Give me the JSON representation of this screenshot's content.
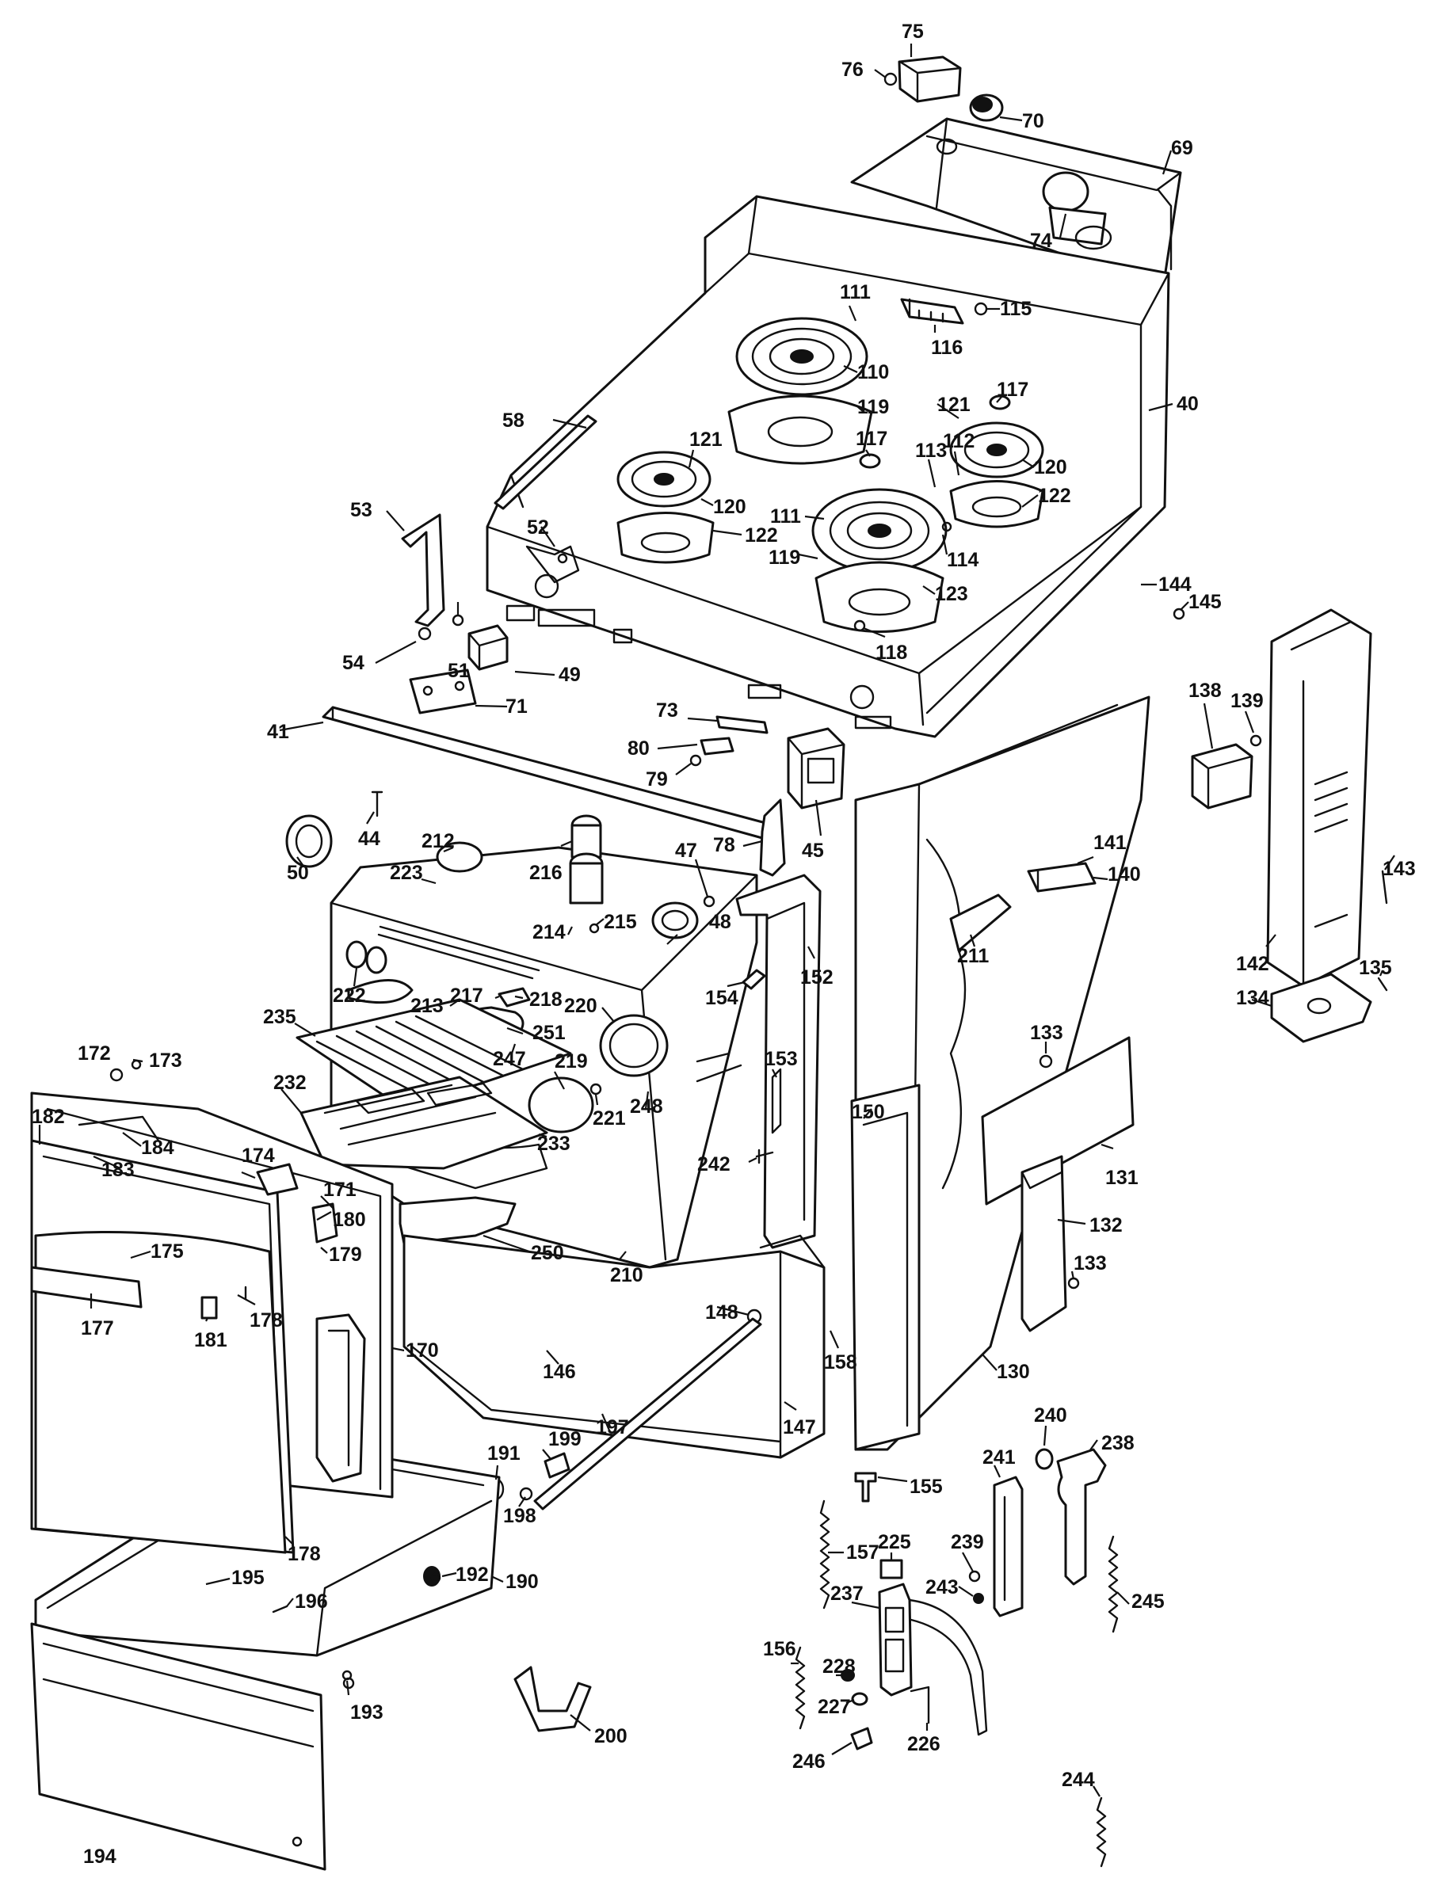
{
  "diagram": {
    "callouts": [
      {
        "id": "75",
        "label": "75"
      },
      {
        "id": "76",
        "label": "76"
      },
      {
        "id": "70",
        "label": "70"
      },
      {
        "id": "69",
        "label": "69"
      },
      {
        "id": "74",
        "label": "74"
      },
      {
        "id": "111a",
        "label": "111"
      },
      {
        "id": "115",
        "label": "115"
      },
      {
        "id": "116",
        "label": "116"
      },
      {
        "id": "110",
        "label": "110"
      },
      {
        "id": "119a",
        "label": "119"
      },
      {
        "id": "121a",
        "label": "121"
      },
      {
        "id": "117a",
        "label": "117"
      },
      {
        "id": "40",
        "label": "40"
      },
      {
        "id": "58",
        "label": "58"
      },
      {
        "id": "121b",
        "label": "121"
      },
      {
        "id": "117b",
        "label": "117"
      },
      {
        "id": "113",
        "label": "113"
      },
      {
        "id": "112",
        "label": "112"
      },
      {
        "id": "120a",
        "label": "120"
      },
      {
        "id": "120b",
        "label": "120"
      },
      {
        "id": "122a",
        "label": "122"
      },
      {
        "id": "122b",
        "label": "122"
      },
      {
        "id": "53",
        "label": "53"
      },
      {
        "id": "52",
        "label": "52"
      },
      {
        "id": "111b",
        "label": "111"
      },
      {
        "id": "114",
        "label": "114"
      },
      {
        "id": "119b",
        "label": "119"
      },
      {
        "id": "123",
        "label": "123"
      },
      {
        "id": "144",
        "label": "144"
      },
      {
        "id": "145",
        "label": "145"
      },
      {
        "id": "118",
        "label": "118"
      },
      {
        "id": "51",
        "label": "51"
      },
      {
        "id": "54",
        "label": "54"
      },
      {
        "id": "49",
        "label": "49"
      },
      {
        "id": "71",
        "label": "71"
      },
      {
        "id": "73",
        "label": "73"
      },
      {
        "id": "41",
        "label": "41"
      },
      {
        "id": "80",
        "label": "80"
      },
      {
        "id": "79",
        "label": "79"
      },
      {
        "id": "138",
        "label": "138"
      },
      {
        "id": "139",
        "label": "139"
      },
      {
        "id": "50",
        "label": "50"
      },
      {
        "id": "44",
        "label": "44"
      },
      {
        "id": "78",
        "label": "78"
      },
      {
        "id": "45",
        "label": "45"
      },
      {
        "id": "212",
        "label": "212"
      },
      {
        "id": "223",
        "label": "223"
      },
      {
        "id": "216",
        "label": "216"
      },
      {
        "id": "47",
        "label": "47"
      },
      {
        "id": "141",
        "label": "141"
      },
      {
        "id": "140",
        "label": "140"
      },
      {
        "id": "143",
        "label": "143"
      },
      {
        "id": "142",
        "label": "142"
      },
      {
        "id": "214",
        "label": "214"
      },
      {
        "id": "215",
        "label": "215"
      },
      {
        "id": "48",
        "label": "48"
      },
      {
        "id": "222",
        "label": "222"
      },
      {
        "id": "135",
        "label": "135"
      },
      {
        "id": "134",
        "label": "134"
      },
      {
        "id": "211",
        "label": "211"
      },
      {
        "id": "213",
        "label": "213"
      },
      {
        "id": "217",
        "label": "217"
      },
      {
        "id": "218",
        "label": "218"
      },
      {
        "id": "152",
        "label": "152"
      },
      {
        "id": "154",
        "label": "154"
      },
      {
        "id": "220",
        "label": "220"
      },
      {
        "id": "235",
        "label": "235"
      },
      {
        "id": "251",
        "label": "251"
      },
      {
        "id": "172",
        "label": "172"
      },
      {
        "id": "173",
        "label": "173"
      },
      {
        "id": "247",
        "label": "247"
      },
      {
        "id": "219",
        "label": "219"
      },
      {
        "id": "133a",
        "label": "133"
      },
      {
        "id": "232",
        "label": "232"
      },
      {
        "id": "153",
        "label": "153"
      },
      {
        "id": "248",
        "label": "248"
      },
      {
        "id": "221",
        "label": "221"
      },
      {
        "id": "182",
        "label": "182"
      },
      {
        "id": "184",
        "label": "184"
      },
      {
        "id": "233",
        "label": "233"
      },
      {
        "id": "150",
        "label": "150"
      },
      {
        "id": "183",
        "label": "183"
      },
      {
        "id": "174",
        "label": "174"
      },
      {
        "id": "242",
        "label": "242"
      },
      {
        "id": "131",
        "label": "131"
      },
      {
        "id": "171",
        "label": "171"
      },
      {
        "id": "180",
        "label": "180"
      },
      {
        "id": "132",
        "label": "132"
      },
      {
        "id": "133b",
        "label": "133"
      },
      {
        "id": "175",
        "label": "175"
      },
      {
        "id": "179",
        "label": "179"
      },
      {
        "id": "250",
        "label": "250"
      },
      {
        "id": "210",
        "label": "210"
      },
      {
        "id": "177",
        "label": "177"
      },
      {
        "id": "178a",
        "label": "178"
      },
      {
        "id": "181",
        "label": "181"
      },
      {
        "id": "148",
        "label": "148"
      },
      {
        "id": "170",
        "label": "170"
      },
      {
        "id": "158",
        "label": "158"
      },
      {
        "id": "146",
        "label": "146"
      },
      {
        "id": "130",
        "label": "130"
      },
      {
        "id": "197",
        "label": "197"
      },
      {
        "id": "199",
        "label": "199"
      },
      {
        "id": "147",
        "label": "147"
      },
      {
        "id": "240",
        "label": "240"
      },
      {
        "id": "238",
        "label": "238"
      },
      {
        "id": "241",
        "label": "241"
      },
      {
        "id": "155",
        "label": "155"
      },
      {
        "id": "191",
        "label": "191"
      },
      {
        "id": "198",
        "label": "198"
      },
      {
        "id": "178b",
        "label": "178"
      },
      {
        "id": "225",
        "label": "225"
      },
      {
        "id": "239",
        "label": "239"
      },
      {
        "id": "157",
        "label": "157"
      },
      {
        "id": "243",
        "label": "243"
      },
      {
        "id": "195",
        "label": "195"
      },
      {
        "id": "192",
        "label": "192"
      },
      {
        "id": "190",
        "label": "190"
      },
      {
        "id": "196",
        "label": "196"
      },
      {
        "id": "237",
        "label": "237"
      },
      {
        "id": "245",
        "label": "245"
      },
      {
        "id": "156",
        "label": "156"
      },
      {
        "id": "228",
        "label": "228"
      },
      {
        "id": "200",
        "label": "200"
      },
      {
        "id": "193",
        "label": "193"
      },
      {
        "id": "227",
        "label": "227"
      },
      {
        "id": "226",
        "label": "226"
      },
      {
        "id": "244",
        "label": "244"
      },
      {
        "id": "246",
        "label": "246"
      },
      {
        "id": "194",
        "label": "194"
      }
    ]
  }
}
